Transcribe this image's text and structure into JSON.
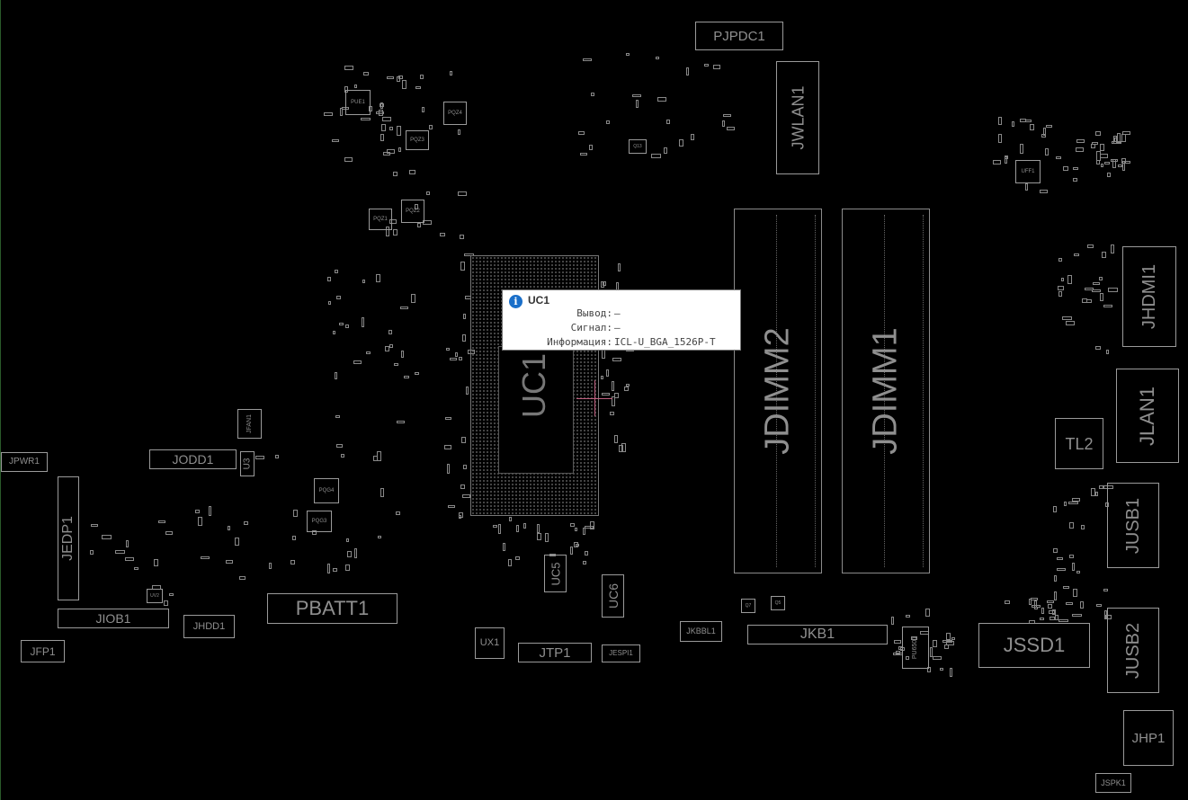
{
  "components": {
    "PJPDC1": "PJPDC1",
    "JWLAN1": "JWLAN1",
    "JDIMM2": "JDIMM2",
    "JDIMM1": "JDIMM1",
    "UC1": "UC1",
    "JHDMI1": "JHDMI1",
    "JLAN1": "JLAN1",
    "TL2": "TL2",
    "JUSB1": "JUSB1",
    "JUSB2": "JUSB2",
    "JSSD1": "JSSD1",
    "JHP1": "JHP1",
    "JSPK1": "JSPK1",
    "JKB1": "JKB1",
    "JKBBL1": "JKBBL1",
    "PU6501": "PU6501",
    "JESPI1": "JESPI1",
    "JTP1": "JTP1",
    "UX1": "UX1",
    "UC6": "UC6",
    "UC5": "UC5",
    "PBATT1": "PBATT1",
    "JHDD1": "JHDD1",
    "JIOB1": "JIOB1",
    "JFP1": "JFP1",
    "JEDP1": "JEDP1",
    "JPWR1": "JPWR1",
    "JODD1": "JODD1",
    "JFAN1": "JFAN1",
    "U3": "U3",
    "PUE1": "PUE1",
    "PQZ4": "PQZ4",
    "PQZ3": "PQZ3",
    "PQZ1": "PQZ1",
    "PQZ2": "PQZ2",
    "UFF1": "UFF1",
    "PQG4": "PQG4",
    "PQG3": "PQG3",
    "UV2": "UV2",
    "Q7": "Q7",
    "Q5": "Q5",
    "Q13": "Q13"
  },
  "tooltip": {
    "title": "UC1",
    "rows": [
      {
        "key": "Вывод:",
        "value": "—"
      },
      {
        "key": "Сигнал:",
        "value": "—"
      },
      {
        "key": "Информация:",
        "value": "ICL-U_BGA_1526P-T"
      }
    ]
  },
  "colors": {
    "background": "#000000",
    "outline": "#9a9a9a",
    "info": "#1a6fc9",
    "cursor": "#c06080"
  }
}
